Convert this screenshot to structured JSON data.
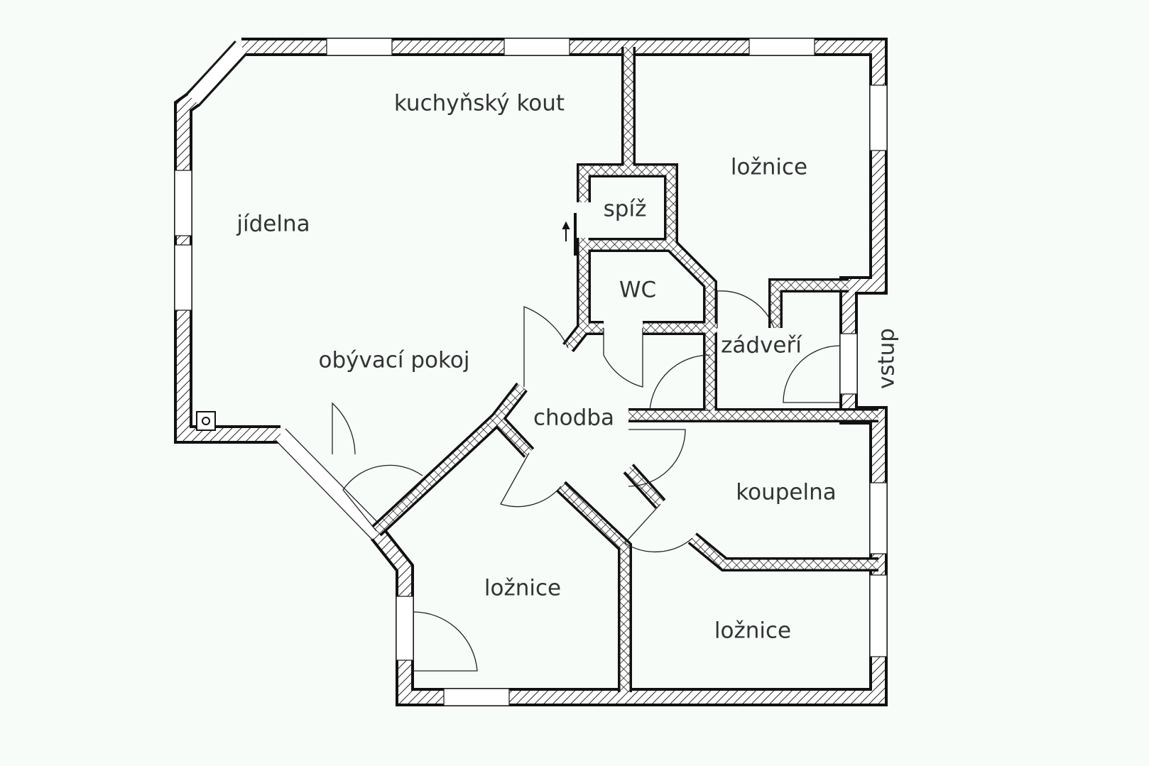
{
  "rooms": {
    "kitchen": "kuchyňský kout",
    "bedroom_ne": "ložnice",
    "dining": "jídelna",
    "pantry": "spíž",
    "wc": "WC",
    "vestibule": "zádveří",
    "living": "obývací pokoj",
    "hall": "chodba",
    "bathroom": "koupelna",
    "bedroom_sw": "ložnice",
    "bedroom_se": "ložnice",
    "entrance": "vstup"
  },
  "colors": {
    "wall_outline": "#111111",
    "label": "#333333",
    "background": "#f7fcf9"
  }
}
